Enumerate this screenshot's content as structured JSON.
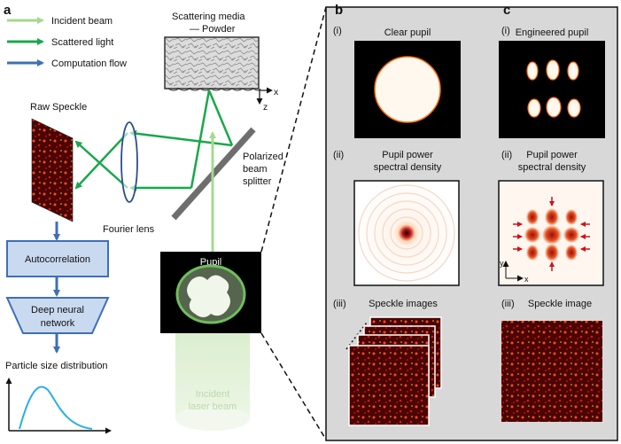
{
  "panels": {
    "a": "a",
    "b": "b",
    "c": "c"
  },
  "legend": [
    {
      "label": "Incident beam",
      "color": "#a6d98f"
    },
    {
      "label": "Scattered light",
      "color": "#18a84a"
    },
    {
      "label": "Computation flow",
      "color": "#3e6fb5"
    }
  ],
  "setup": {
    "media_line1": "Scattering media",
    "media_line2": "— Powder",
    "axis_x": "x",
    "axis_z": "z",
    "raw_speckle": "Raw Speckle",
    "splitter": [
      "Polarized",
      "beam",
      "splitter"
    ],
    "fourier_lens": "Fourier lens",
    "pupil": "Pupil",
    "laser": [
      "Incident",
      "laser beam"
    ]
  },
  "flow": {
    "autocorrelation": "Autocorrelation",
    "dnn_line1": "Deep neural",
    "dnn_line2": "network",
    "psd_title": "Particle size distribution"
  },
  "panel_b": {
    "i_label": "(i)",
    "i_title": "Clear pupil",
    "ii_label": "(ii)",
    "ii_title": [
      "Pupil power",
      "spectral density"
    ],
    "iii_label": "(iii)",
    "iii_title": "Speckle images"
  },
  "panel_c": {
    "i_label": "(i)",
    "i_title": "Engineered pupil",
    "ii_label": "(ii)",
    "ii_title": [
      "Pupil power",
      "spectral density"
    ],
    "iii_label": "(iii)",
    "iii_title": "Speckle image",
    "axis_y": "y",
    "axis_x": "x"
  },
  "colors": {
    "incident": "#a6d98f",
    "scattered": "#18a84a",
    "flow": "#3e6fb5",
    "box_fill": "#c9daf0",
    "panel_bg": "#d8d8d8",
    "speckle_bg": "#3a0000"
  }
}
